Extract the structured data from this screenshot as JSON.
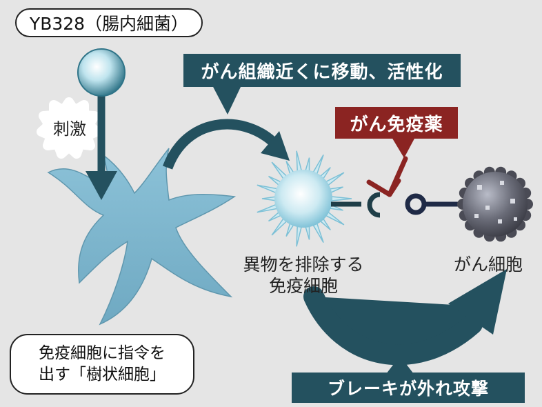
{
  "bacteria": {
    "label": "YB328（腸内細菌）"
  },
  "stimulus": {
    "label": "刺激"
  },
  "banners": {
    "migrate": "がん組織近くに移動、活性化",
    "drug": "がん免疫薬",
    "brake": "ブレーキが外れ攻撃"
  },
  "cells": {
    "immune_line1": "異物を排除する",
    "immune_line2": "免疫細胞",
    "cancer": "がん細胞"
  },
  "dendritic": {
    "line1": "免疫細胞に指令を",
    "line2": "出す「樹状細胞」"
  },
  "colors": {
    "background": "#e5e5e5",
    "teal_banner": "#24515f",
    "drug_banner": "#8b2422",
    "dendritic_cell": "#7fb5cc",
    "arrow": "#24515f",
    "cancer_cell": "#5a5a66"
  }
}
